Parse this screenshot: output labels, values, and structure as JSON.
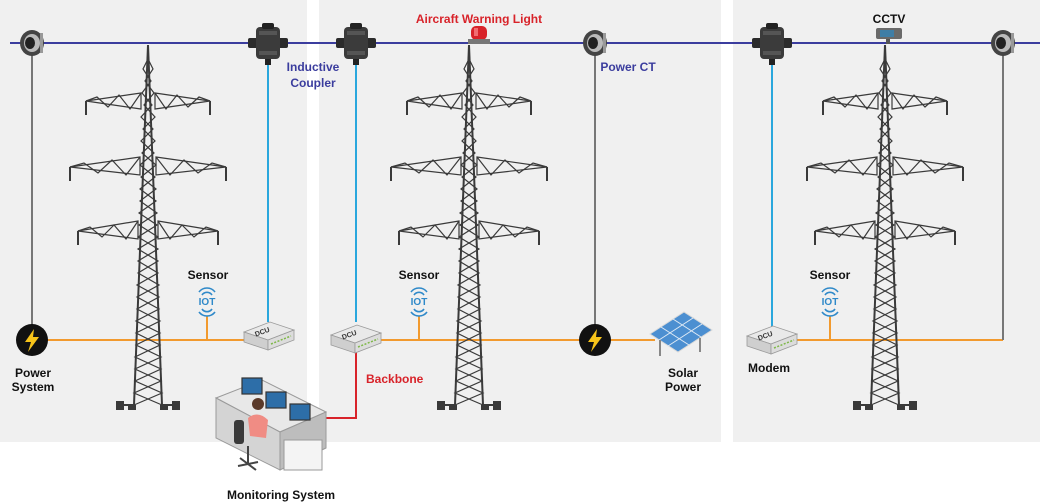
{
  "labels": {
    "aircraft_warning_light": "Aircraft Warning Light",
    "cctv": "CCTV",
    "inductive_coupler_line1": "Inductive",
    "inductive_coupler_line2": "Coupler",
    "power_ct": "Power CT",
    "sensor_left": "Sensor",
    "sensor_middle": "Sensor",
    "sensor_right": "Sensor",
    "iot": "IOT",
    "power_system_line1": "Power",
    "power_system_line2": "System",
    "backbone": "Backbone",
    "solar_power_line1": "Solar",
    "solar_power_line2": "Power",
    "modem": "Modem",
    "monitoring_system": "Monitoring System",
    "dcu": "DCU"
  },
  "colors": {
    "panel": "#f0f0f0",
    "power_line": "#3b3d9e",
    "comm_line": "#2aa7dd",
    "ground_line": "#f29a2e",
    "backbone_line": "#d8232a",
    "red_label": "#d8232a",
    "blue_label": "#3b3d9e",
    "tower": "#3a3a3a"
  },
  "icons": {
    "power_ct": "ring-clamp-icon",
    "inductive_coupler": "coupler-icon",
    "warning_light": "beacon-icon",
    "cctv": "camera-icon",
    "power_system": "lightning-bolt-icon",
    "sensor": "wireless-iot-icon",
    "dcu": "dcu-box-icon",
    "solar": "solar-panel-icon",
    "monitoring": "operator-workstation-icon"
  }
}
